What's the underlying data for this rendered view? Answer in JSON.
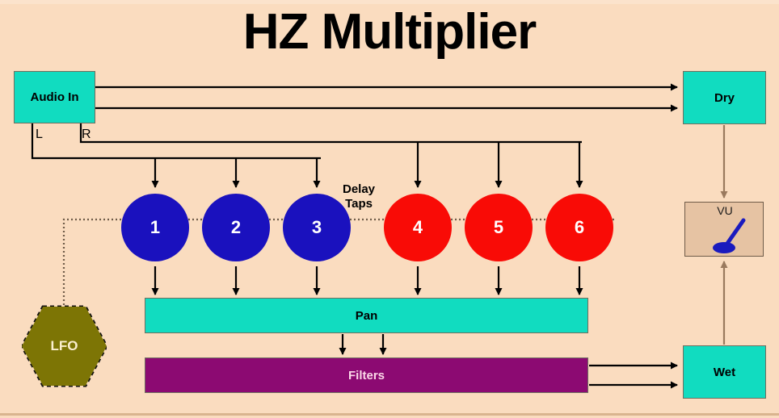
{
  "title": "HZ Multiplier",
  "colors": {
    "background": "#FADCBF",
    "teal": "#11DCC0",
    "blue_tap": "#1A11BE",
    "red_tap": "#F90B06",
    "filters_purple": "#8C0A72",
    "lfo_olive": "#7D7505",
    "vu_tan": "#E6C3A3",
    "wire": "#000000",
    "meter_wire": "#9A7A5E"
  },
  "nodes": {
    "audio_in": {
      "label": "Audio In",
      "shape": "rect",
      "color": "#11DCC0"
    },
    "dry": {
      "label": "Dry",
      "shape": "rect",
      "color": "#11DCC0"
    },
    "wet": {
      "label": "Wet",
      "shape": "rect",
      "color": "#11DCC0"
    },
    "vu": {
      "label": "VU",
      "shape": "rect",
      "color": "#E6C3A3"
    },
    "pan": {
      "label": "Pan",
      "shape": "bar",
      "color": "#11DCC0"
    },
    "filters": {
      "label": "Filters",
      "shape": "bar",
      "color": "#8C0A72"
    },
    "lfo": {
      "label": "LFO",
      "shape": "hexagon",
      "color": "#7D7505"
    }
  },
  "channel_labels": {
    "left": "L",
    "right": "R"
  },
  "delay_taps": {
    "group_label": "Delay\nTaps",
    "taps": [
      {
        "number": "1",
        "channel": "L",
        "color": "#1A11BE"
      },
      {
        "number": "2",
        "channel": "L",
        "color": "#1A11BE"
      },
      {
        "number": "3",
        "channel": "L",
        "color": "#1A11BE"
      },
      {
        "number": "4",
        "channel": "R",
        "color": "#F90B06"
      },
      {
        "number": "5",
        "channel": "R",
        "color": "#F90B06"
      },
      {
        "number": "6",
        "channel": "R",
        "color": "#F90B06"
      }
    ]
  },
  "signal_flow": [
    "Audio In -> Dry (2 lines, L and R)",
    "Audio In L -> taps 1,2,3",
    "Audio In R -> taps 4,5,6",
    "taps 1-6 -> Pan",
    "Pan -> Filters",
    "Filters -> Wet (2 lines)",
    "LFO -> delay taps (modulation, dotted)",
    "Dry -> VU",
    "Wet -> VU"
  ]
}
